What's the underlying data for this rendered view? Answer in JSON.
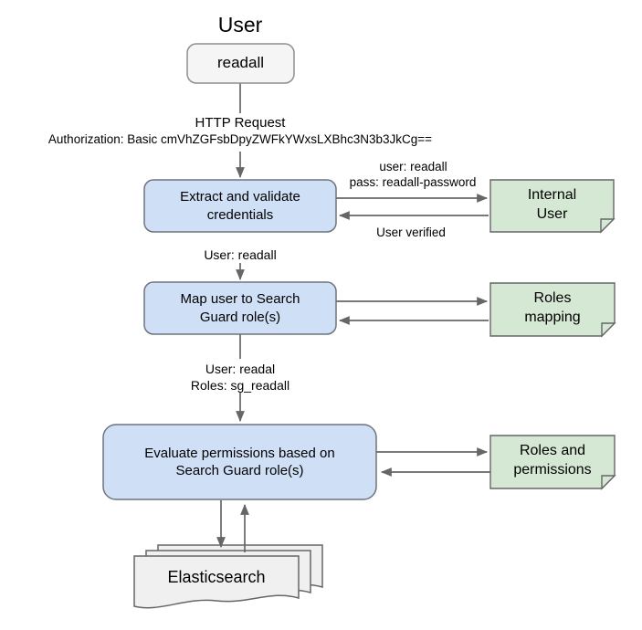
{
  "colors": {
    "process_fill": "#cfdff6",
    "process_border": "#6f737d",
    "store_fill": "#d5e8d4",
    "store_border": "#666666",
    "actor_fill": "#f5f5f5",
    "actor_border": "#8f8f8f",
    "doc_fill": "#f0f0f0",
    "connector": "#666666",
    "text": "#000000"
  },
  "actor": {
    "title": "User",
    "node_label": "readall"
  },
  "http_request": {
    "title": "HTTP Request",
    "authorization_header": "Authorization: Basic cmVhZGFsbDpyZWFkYWxsLXBhc3N3b3JkCg=="
  },
  "processes": {
    "extract": {
      "line1": "Extract and validate",
      "line2": "credentials"
    },
    "map": {
      "line1": "Map user to Search",
      "line2": "Guard role(s)"
    },
    "evaluate": {
      "line1": "Evaluate permissions based on",
      "line2": "Search Guard role(s)"
    }
  },
  "stores": {
    "internal_user": {
      "line1": "Internal",
      "line2": "User"
    },
    "roles_mapping": {
      "line1": "Roles",
      "line2": "mapping"
    },
    "roles_permissions": {
      "line1": "Roles and",
      "line2": "permissions"
    }
  },
  "edge_labels": {
    "credentials_out_line1": "user: readall",
    "credentials_out_line2": "pass: readall-password",
    "user_verified": "User verified",
    "after_extract": "User: readall",
    "after_map_line1": "User: readal",
    "after_map_line2": "Roles: sg_readall"
  },
  "backend": {
    "label": "Elasticsearch"
  }
}
